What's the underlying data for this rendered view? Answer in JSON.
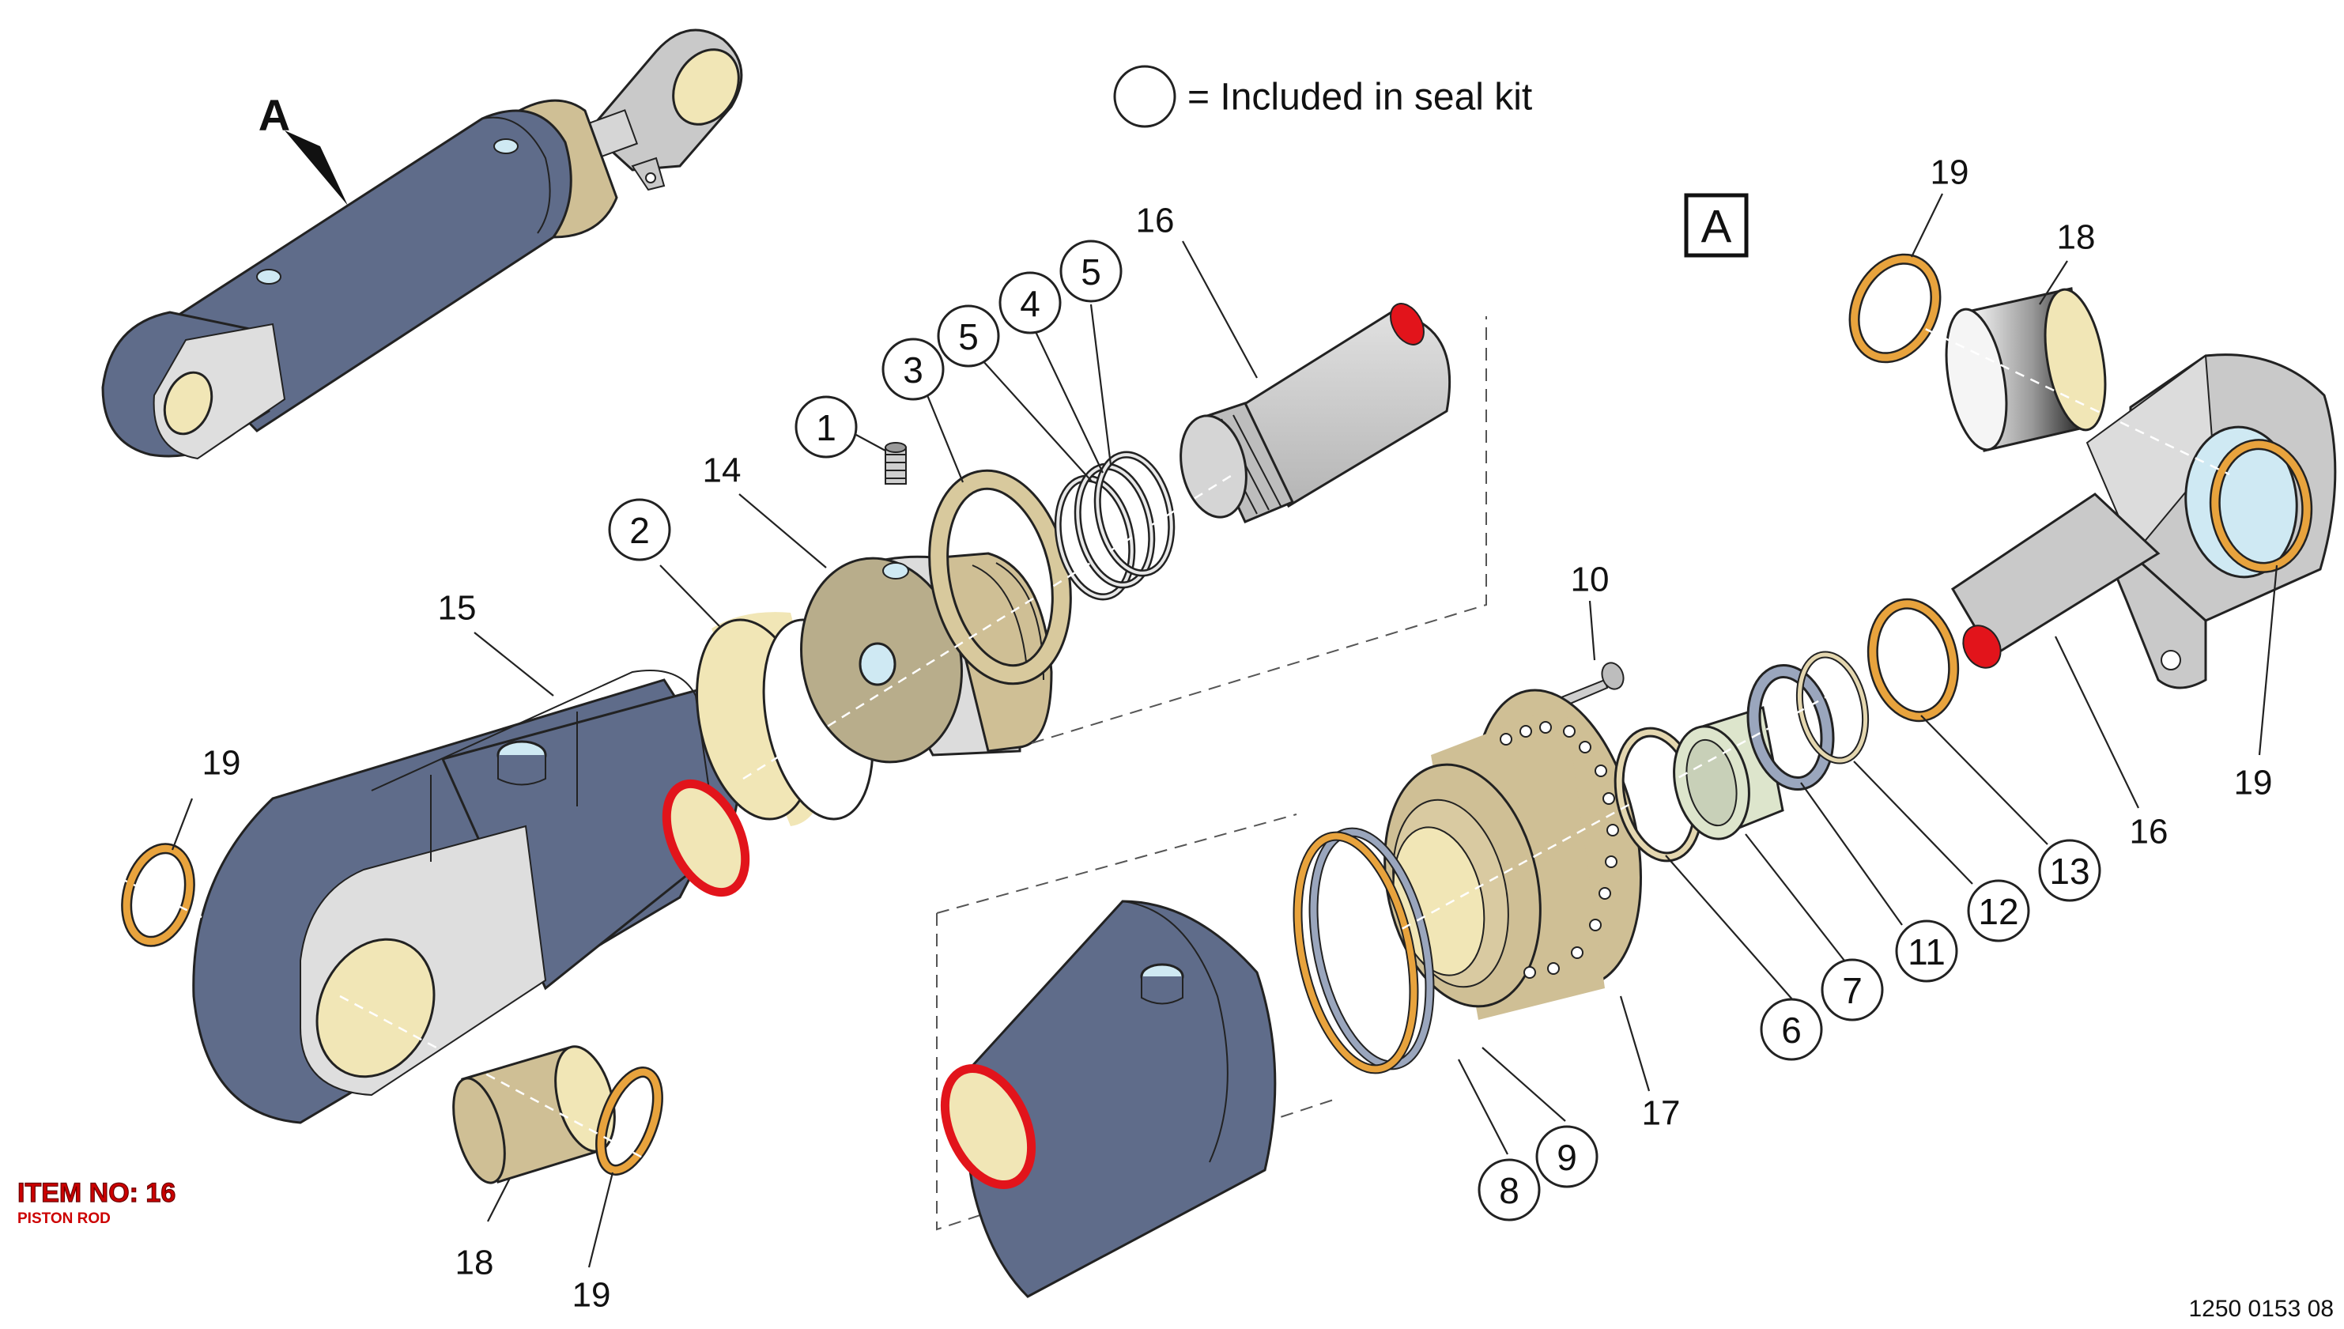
{
  "legend": {
    "text": "= Included in seal kit"
  },
  "view_label": "A",
  "arrow_label": "A",
  "item": {
    "title": "ITEM NO: 16",
    "subtitle": "PISTON ROD"
  },
  "drawing_number": "1250 0153 08",
  "colors": {
    "cylinder_blue": "#5f6c8a",
    "brass": "#cfbf95",
    "bushing_yellow": "#f1e6b6",
    "steel_grey": "#c9c9c9",
    "seal_orange": "#e8a33d",
    "seal_ring_blue": "#9aa6bd",
    "wiper_green": "#dde5cc",
    "red_face": "#e2141b",
    "bore_blue": "#cfe9f3"
  },
  "callouts": {
    "c1": "1",
    "c2": "2",
    "c3": "3",
    "c4": "4",
    "c5a": "5",
    "c5b": "5",
    "c6": "6",
    "c7": "7",
    "c8": "8",
    "c9": "9",
    "c11": "11",
    "c12": "12",
    "c13": "13",
    "p10": "10",
    "p14": "14",
    "p15": "15",
    "p16a": "16",
    "p16b": "16",
    "p17": "17",
    "p18a": "18",
    "p18b": "18",
    "p19a": "19",
    "p19b": "19",
    "p19c": "19",
    "p19d": "19"
  }
}
